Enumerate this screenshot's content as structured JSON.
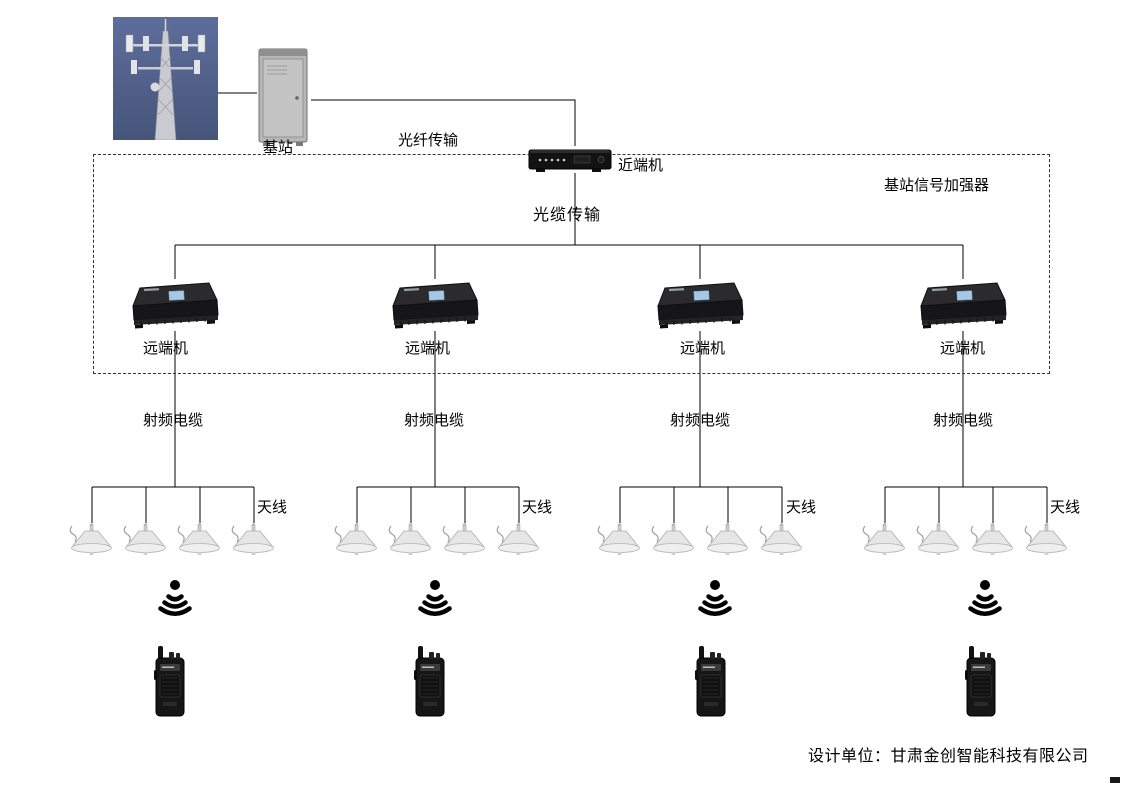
{
  "labels": {
    "base_station": "基站",
    "fiber_transmission": "光纤传输",
    "near_end_unit": "近端机",
    "booster_box": "基站信号加强器",
    "optical_cable": "光缆传输"
  },
  "branches": [
    {
      "remote_unit": "远端机",
      "rf_cable": "射频电缆",
      "antenna": "天线"
    },
    {
      "remote_unit": "远端机",
      "rf_cable": "射频电缆",
      "antenna": "天线"
    },
    {
      "remote_unit": "远端机",
      "rf_cable": "射频电缆",
      "antenna": "天线"
    },
    {
      "remote_unit": "远端机",
      "rf_cable": "射频电缆",
      "antenna": "天线"
    }
  ],
  "footer": {
    "designer": "设计单位：甘肃金创智能科技有限公司"
  },
  "colors": {
    "line": "#000000",
    "remote_unit_badge": "#a6c8e6",
    "tower_sky": "#52618f"
  }
}
